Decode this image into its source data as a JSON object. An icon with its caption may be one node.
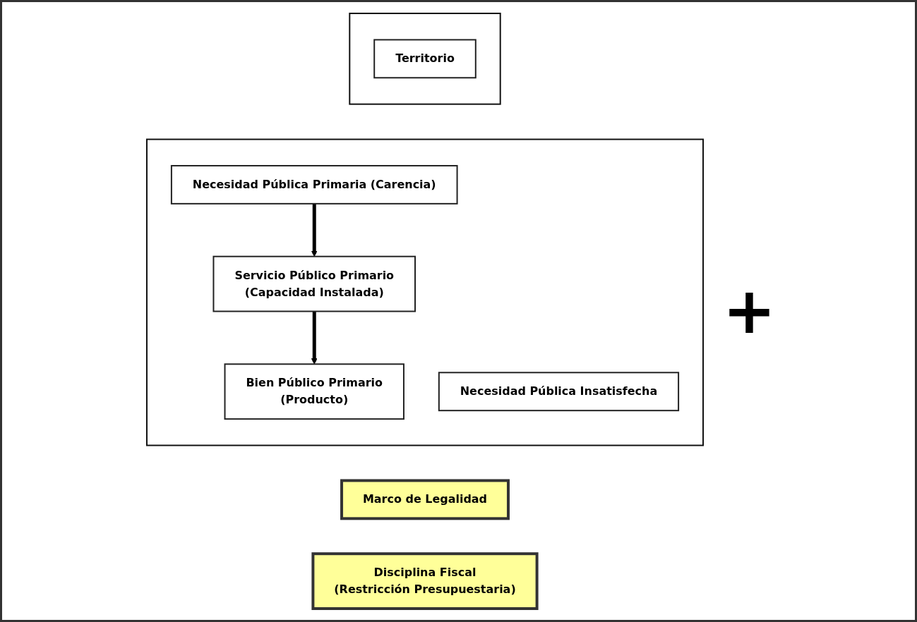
{
  "diagram": {
    "nodes": [
      {
        "text": [],
        "shape": "box"
      },
      {
        "text": [
          "Necesidad Pública Primaria (Carencia)"
        ],
        "in": 0
      },
      {
        "text": [
          "Servicio Público Primario",
          "(Capacidad Instalada)"
        ],
        "in": 0
      },
      {
        "text": [
          "Bien Público Primario",
          "(Producto)"
        ],
        "in": 0
      },
      {
        "text": [
          "Necesidad Pública Insatisfecha"
        ],
        "in": 0
      },
      {
        "text": [],
        "shape": "box"
      },
      {
        "text": [
          "Territorio"
        ],
        "in": 5
      },
      {
        "text": [
          "Marco de Legalidad"
        ]
      },
      {
        "text": [
          "Disciplina Fiscal",
          "(Restricción Presupuestaria)"
        ]
      }
    ],
    "edges": [
      {
        "from": 1,
        "to": 2,
        "arrow": "to"
      },
      {
        "from": 2,
        "to": 3,
        "arrow": "to"
      }
    ],
    "labels": [
      "+"
    ]
  }
}
